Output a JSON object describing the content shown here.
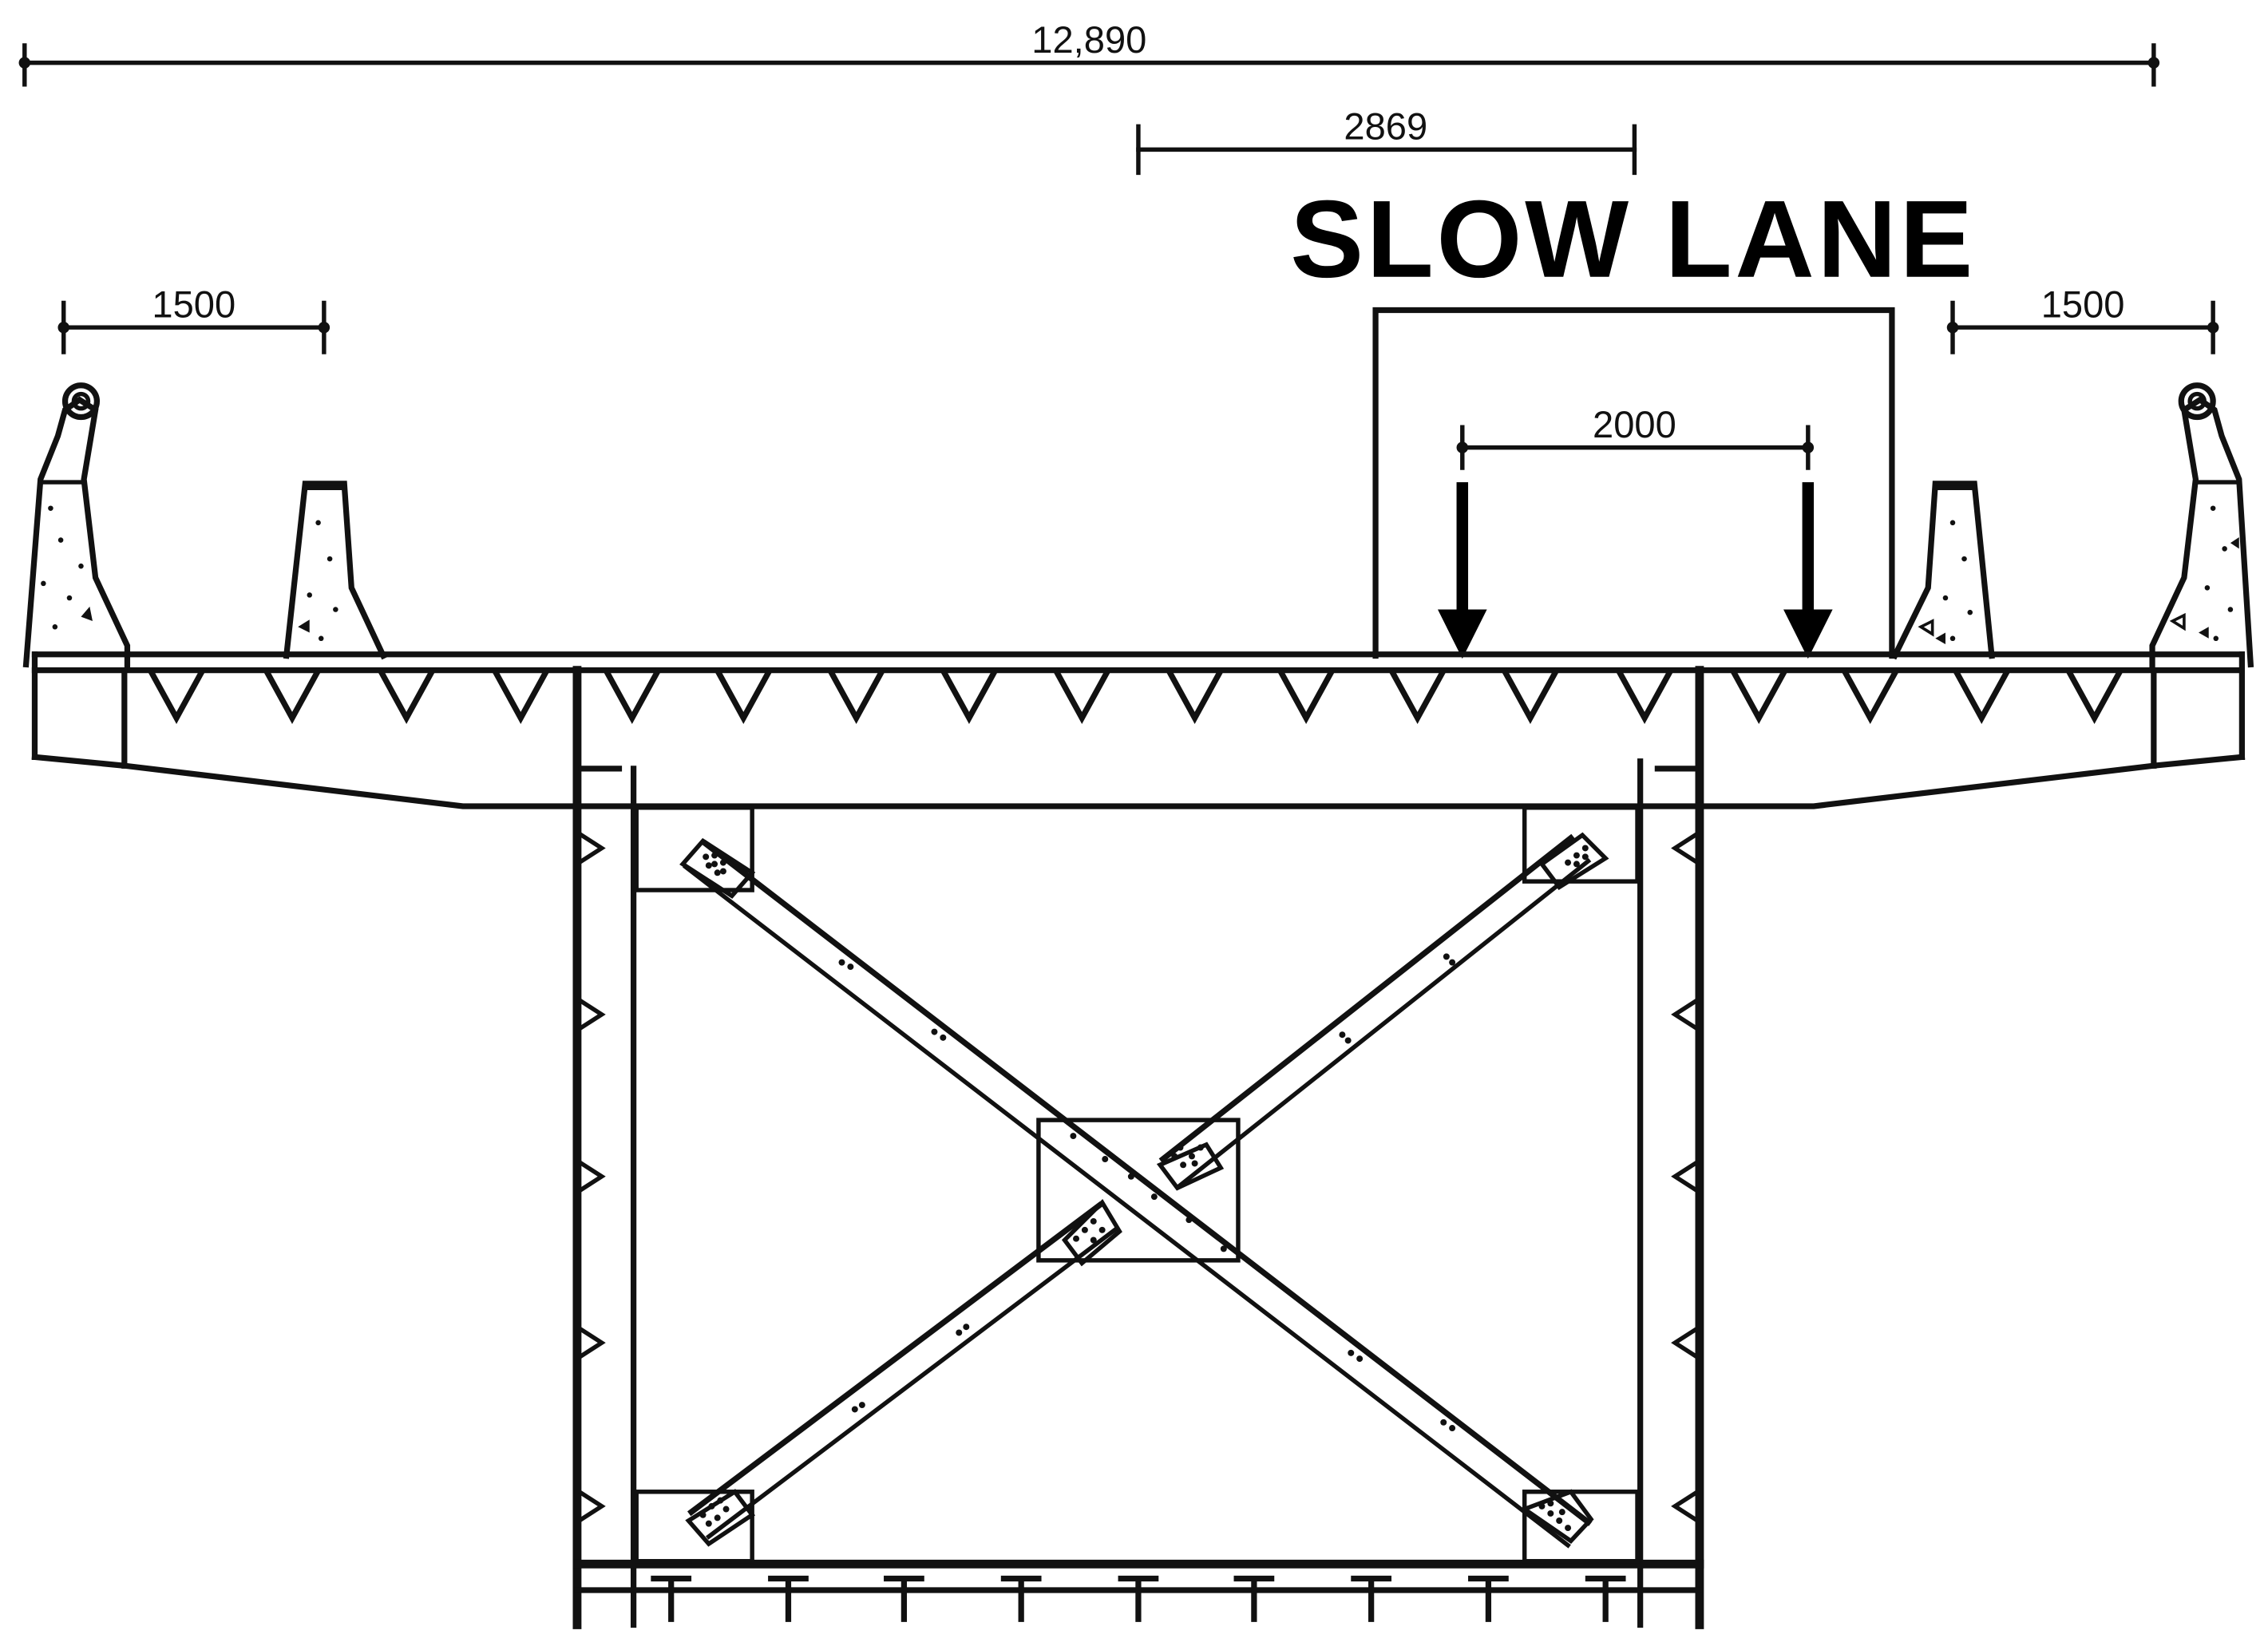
{
  "dimensions": {
    "overall_width": "12,890",
    "lane_offset": "2869",
    "left_barrier_spacing": "1500",
    "right_barrier_spacing": "1500",
    "axle_spacing": "2000"
  },
  "labels": {
    "lane": "SLOW LANE"
  }
}
